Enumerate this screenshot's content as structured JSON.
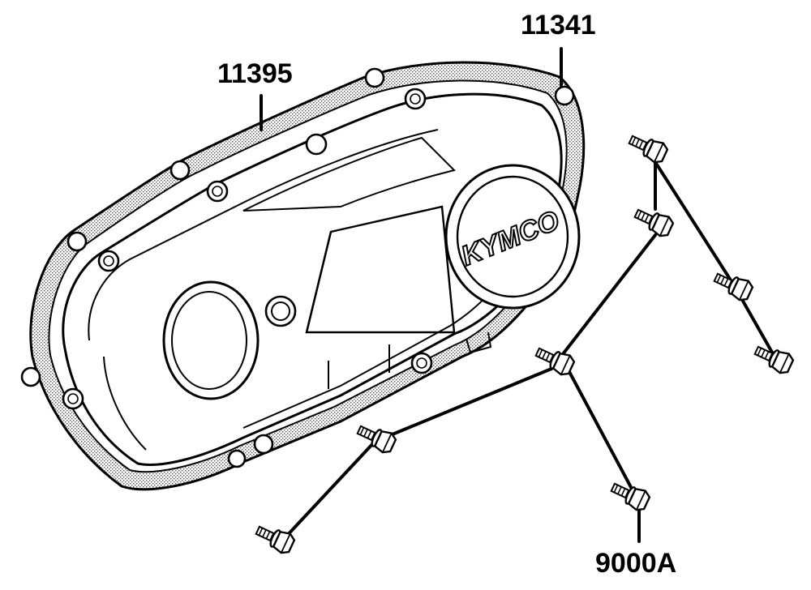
{
  "diagram": {
    "callouts": {
      "cover": "11341",
      "gasket": "11395",
      "bolts": "9000A"
    },
    "brand_mark": "KYMCO",
    "colors": {
      "line": "#000000",
      "gasket_fill": "#b9b9b9",
      "background": "#ffffff"
    }
  }
}
